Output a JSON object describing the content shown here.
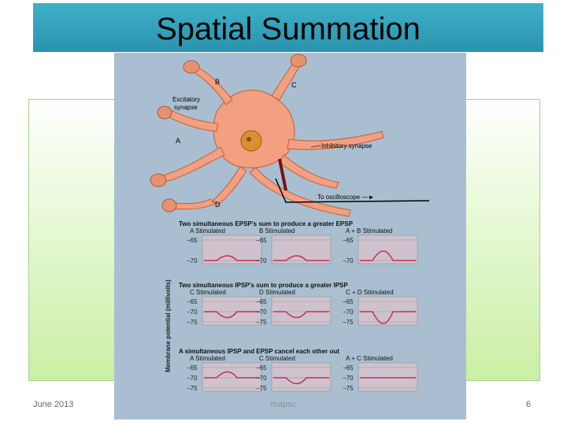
{
  "slide": {
    "title": "Spatial Summation",
    "footer_date": "June 2013",
    "footer_center": "mapsc",
    "page_number": "6"
  },
  "diagram": {
    "labels": {
      "b": "B",
      "c": "C",
      "a": "A",
      "d": "D",
      "excitatory_1": "Excitatory",
      "excitatory_2": "synapse",
      "inhibitory": "Inhibitory synapse",
      "oscilloscope": "To oscilloscope —►",
      "y_axis": "Membrane potential (millivolts)"
    },
    "rows": [
      {
        "heading": "Two simultaneous EPSP's sum to produce a greater EPSP",
        "panels": [
          {
            "label": "A Stimulated",
            "ticks": [
              "−65",
              "−70"
            ]
          },
          {
            "label": "B Stimulated",
            "ticks": [
              "−65",
              "−70"
            ]
          },
          {
            "label": "A + B Stimulated",
            "ticks": [
              "−65",
              "−70"
            ]
          }
        ]
      },
      {
        "heading": "Two simultaneous IPSP's sum to produce a greater IPSP",
        "panels": [
          {
            "label": "C Stimulated",
            "ticks": [
              "−65",
              "−70",
              "−75"
            ]
          },
          {
            "label": "D Stimulated",
            "ticks": [
              "−65",
              "−70",
              "−75"
            ]
          },
          {
            "label": "C + D Stimulated",
            "ticks": [
              "−65",
              "−70",
              "−75"
            ]
          }
        ]
      },
      {
        "heading": "A simultaneous IPSP and EPSP cancel each other out",
        "panels": [
          {
            "label": "A Stimulated",
            "ticks": [
              "−65",
              "−70",
              "−75"
            ]
          },
          {
            "label": "C Stimulated",
            "ticks": [
              "−65",
              "−70",
              "−75"
            ]
          },
          {
            "label": "A + C Stimulated",
            "ticks": [
              "−65",
              "−70",
              "−75"
            ]
          }
        ]
      }
    ],
    "colors": {
      "neuron": "#f2a080",
      "nucleus": "#d9902e",
      "trace": "#c0305a",
      "plot_bg": "#cfc2cc"
    }
  }
}
